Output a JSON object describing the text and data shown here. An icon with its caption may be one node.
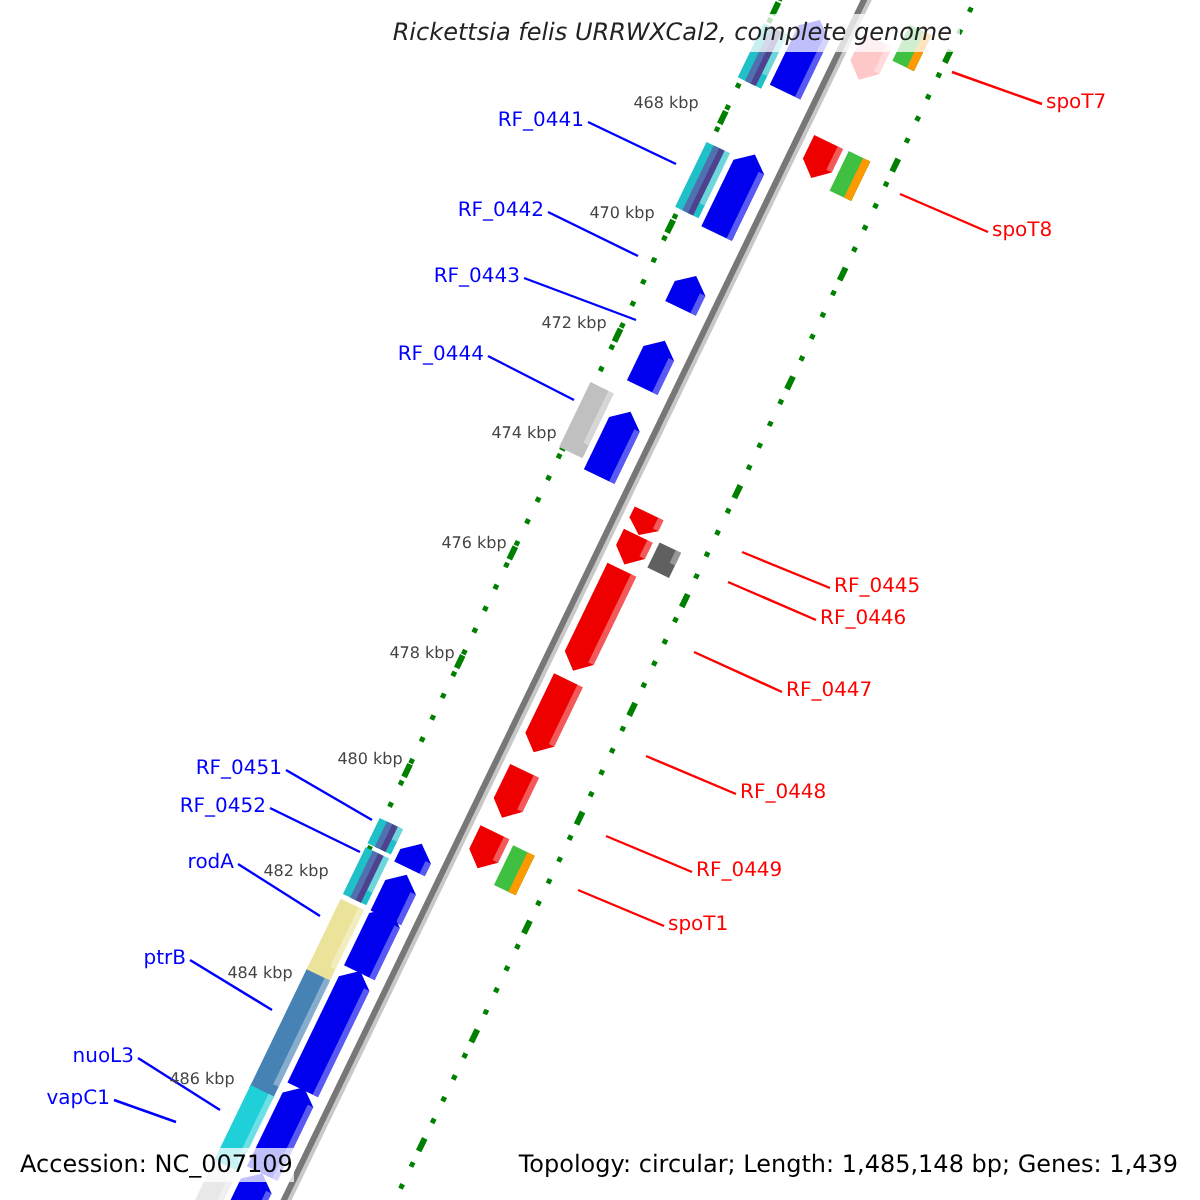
{
  "diagram": {
    "title": "Rickettsia felis URRWXCal2, complete genome",
    "nodes": [
      {
        "text": [
          "spoT7"
        ]
      },
      {
        "text": [
          "RF_0441"
        ]
      },
      {
        "text": [
          "RF_0442"
        ]
      },
      {
        "text": [
          "spoT8"
        ]
      },
      {
        "text": [
          "RF_0443"
        ]
      },
      {
        "text": [
          "RF_0444"
        ]
      },
      {
        "text": [
          "RF_0445"
        ]
      },
      {
        "text": [
          "RF_0446"
        ]
      },
      {
        "text": [
          "RF_0447"
        ]
      },
      {
        "text": [
          "RF_0451"
        ]
      },
      {
        "text": [
          "RF_0448"
        ]
      },
      {
        "text": [
          "RF_0452"
        ]
      },
      {
        "text": [
          "rodA"
        ]
      },
      {
        "text": [
          "RF_0449"
        ]
      },
      {
        "text": [
          "spoT1"
        ]
      },
      {
        "text": [
          "ptrB"
        ]
      },
      {
        "text": [
          "nuoL3"
        ]
      },
      {
        "text": [
          "vapC1"
        ]
      }
    ],
    "edges": [
      {
        "from": 0,
        "to": null,
        "arrow": "none",
        "color": "#ff0000"
      },
      {
        "from": 1,
        "to": null,
        "arrow": "none"
      },
      {
        "from": 2,
        "to": null,
        "arrow": "none"
      },
      {
        "from": 3,
        "to": null,
        "arrow": "none",
        "color": "#ff0000"
      },
      {
        "from": 4,
        "to": null,
        "arrow": "none"
      },
      {
        "from": 5,
        "to": null,
        "arrow": "none"
      },
      {
        "from": 6,
        "to": null,
        "arrow": "none",
        "color": "#ff0000"
      },
      {
        "from": 7,
        "to": null,
        "arrow": "none",
        "color": "#ff0000"
      },
      {
        "from": 8,
        "to": null,
        "arrow": "none",
        "color": "#ff0000"
      },
      {
        "from": 9,
        "to": null,
        "arrow": "none"
      },
      {
        "from": 10,
        "to": null,
        "arrow": "none",
        "color": "#ff0000"
      },
      {
        "from": 11,
        "to": null,
        "arrow": "none"
      },
      {
        "from": 12,
        "to": null,
        "arrow": "none"
      },
      {
        "from": 13,
        "to": null,
        "arrow": "none",
        "color": "#ff0000"
      },
      {
        "from": 14,
        "to": null,
        "arrow": "none",
        "color": "#ff0000"
      },
      {
        "from": 15,
        "to": null,
        "arrow": "none"
      },
      {
        "from": 16,
        "to": null,
        "arrow": "none"
      },
      {
        "from": 17,
        "to": null,
        "arrow": "none"
      }
    ],
    "labels": [
      "468 kbp",
      "470 kbp",
      "472 kbp",
      "474 kbp",
      "476 kbp",
      "478 kbp",
      "480 kbp",
      "482 kbp",
      "484 kbp",
      "486 kbp",
      "Accession: NC_007109",
      "Topology: circular; Length: 1,485,148 bp; Genes: 1,439"
    ]
  }
}
